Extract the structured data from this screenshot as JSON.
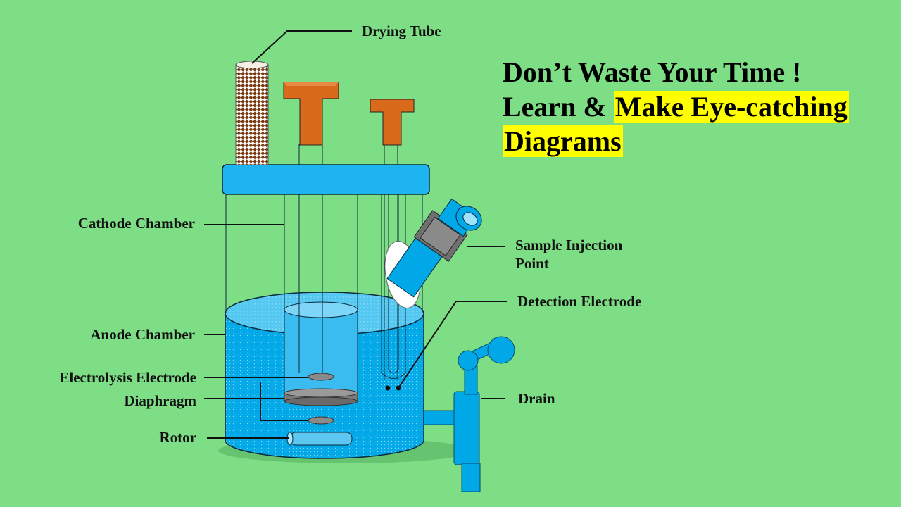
{
  "headline": {
    "line1": "Don’t Waste Your Time !",
    "line2_prefix": "Learn & ",
    "line2_highlight": "Make Eye-catching",
    "line3_highlight": "Diagrams"
  },
  "labels": {
    "drying_tube": "Drying Tube",
    "cathode_chamber": "Cathode Chamber",
    "sample_injection_line1": "Sample Injection",
    "sample_injection_line2": "Point",
    "detection_electrode": "Detection Electrode",
    "anode_chamber": "Anode Chamber",
    "electrolysis_electrode": "Electrolysis Electrode",
    "diaphragm": "Diaphragm",
    "drain": "Drain",
    "rotor": "Rotor"
  },
  "colors": {
    "background": "#7ede86",
    "vessel_blue": "#00a8e8",
    "lid_blue": "#1db4f0",
    "electrode_orange": "#d96a1c",
    "highlight": "#ffff00",
    "disc_gray": "#8a8a8a"
  }
}
